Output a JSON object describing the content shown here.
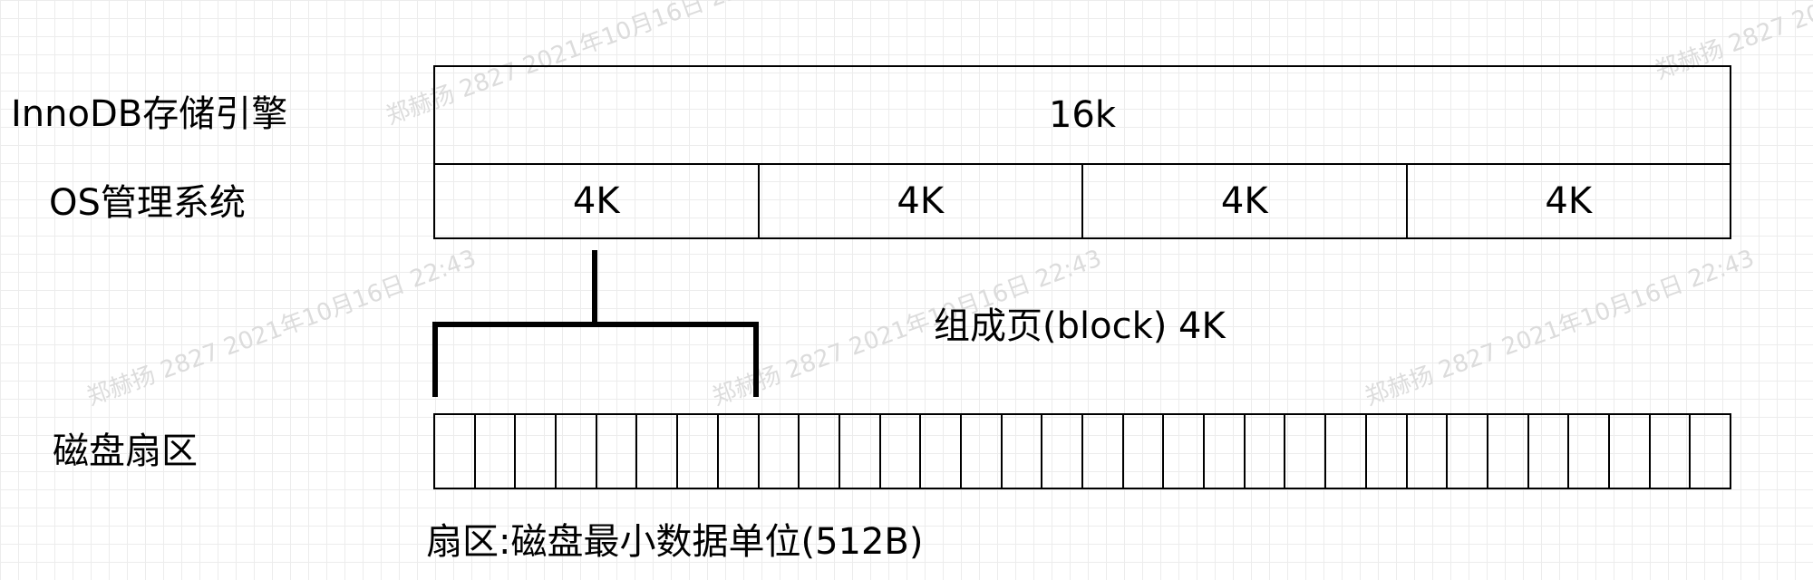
{
  "labels": {
    "innodb": "InnoDB存储引擎",
    "os": "OS管理系统",
    "disk": "磁盘扇区"
  },
  "innodb_page": "16k",
  "os_pages": [
    "4K",
    "4K",
    "4K",
    "4K"
  ],
  "block_caption": "组成页(block) 4K",
  "sector_caption": "扇区:磁盘最小数据单位(512B)",
  "sector_count": 32,
  "watermark": "郑赫扬 2827 2021年10月16日 22:43"
}
